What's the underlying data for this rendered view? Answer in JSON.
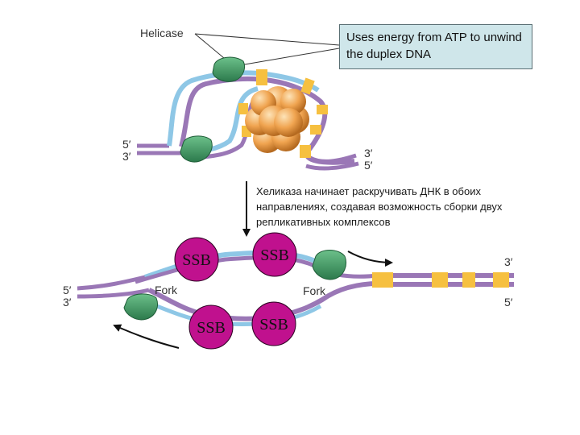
{
  "helicase_label": "Helicase",
  "callout_text": "Uses energy from ATP to unwind the duplex DNA",
  "caption_text": "Хеликаза начинает раскручивать ДНК в обоих направлениях, создавая возможность сборки двух репликативных комплексов",
  "top_left_5": "5′",
  "top_left_3": "3′",
  "top_right_3": "3′",
  "top_right_5": "5′",
  "bottom_left_5": "5′",
  "bottom_left_3": "3′",
  "bottom_right_3": "3′",
  "bottom_right_5": "5′",
  "fork_left": "Fork",
  "fork_right": "Fork",
  "ssb_1": "SSB",
  "ssb_2": "SSB",
  "ssb_3": "SSB",
  "ssb_4": "SSB",
  "colors": {
    "blue_strand": "#8ec7e6",
    "purple_strand": "#9a77b6",
    "yellow_band": "#f6c040",
    "helicase_green": "#3c9a62",
    "ssb_magenta": "#c0118e",
    "atp_orange": "#f0a450"
  }
}
